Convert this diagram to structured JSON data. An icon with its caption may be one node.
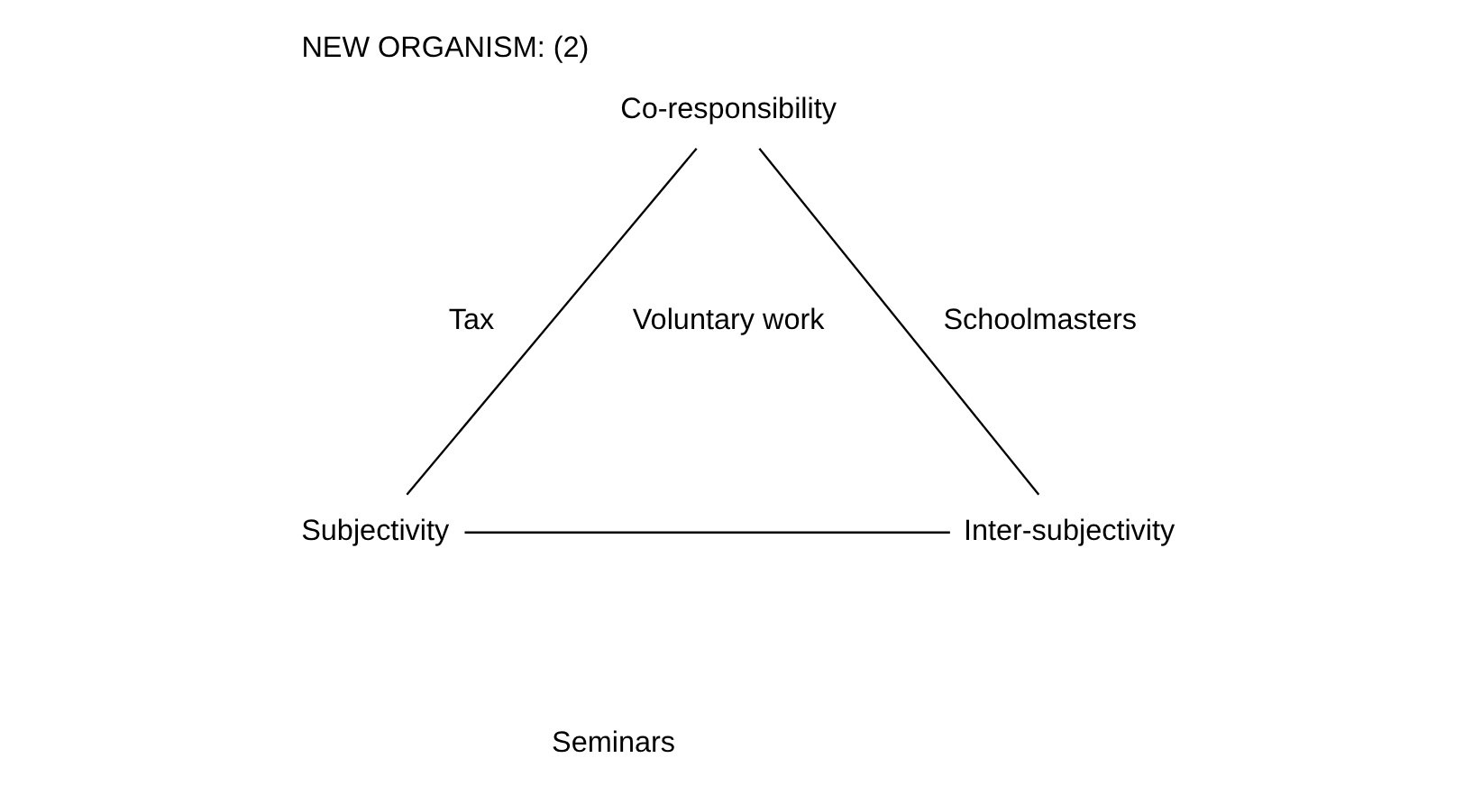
{
  "diagram": {
    "title": "NEW ORGANISM: (2)",
    "nodes": [
      {
        "text": [
          "Co-responsibility"
        ]
      },
      {
        "text": [
          "Subjectivity"
        ]
      },
      {
        "text": [
          "Inter-subjectivity"
        ]
      }
    ],
    "edges": [
      {
        "from": 0,
        "to": 1,
        "arrow": "none"
      },
      {
        "from": 0,
        "to": 2,
        "arrow": "none"
      },
      {
        "from": 1,
        "to": 2,
        "arrow": "none"
      }
    ],
    "labels": [
      "Tax",
      "Voluntary work",
      "Schoolmasters",
      "Seminars"
    ]
  }
}
